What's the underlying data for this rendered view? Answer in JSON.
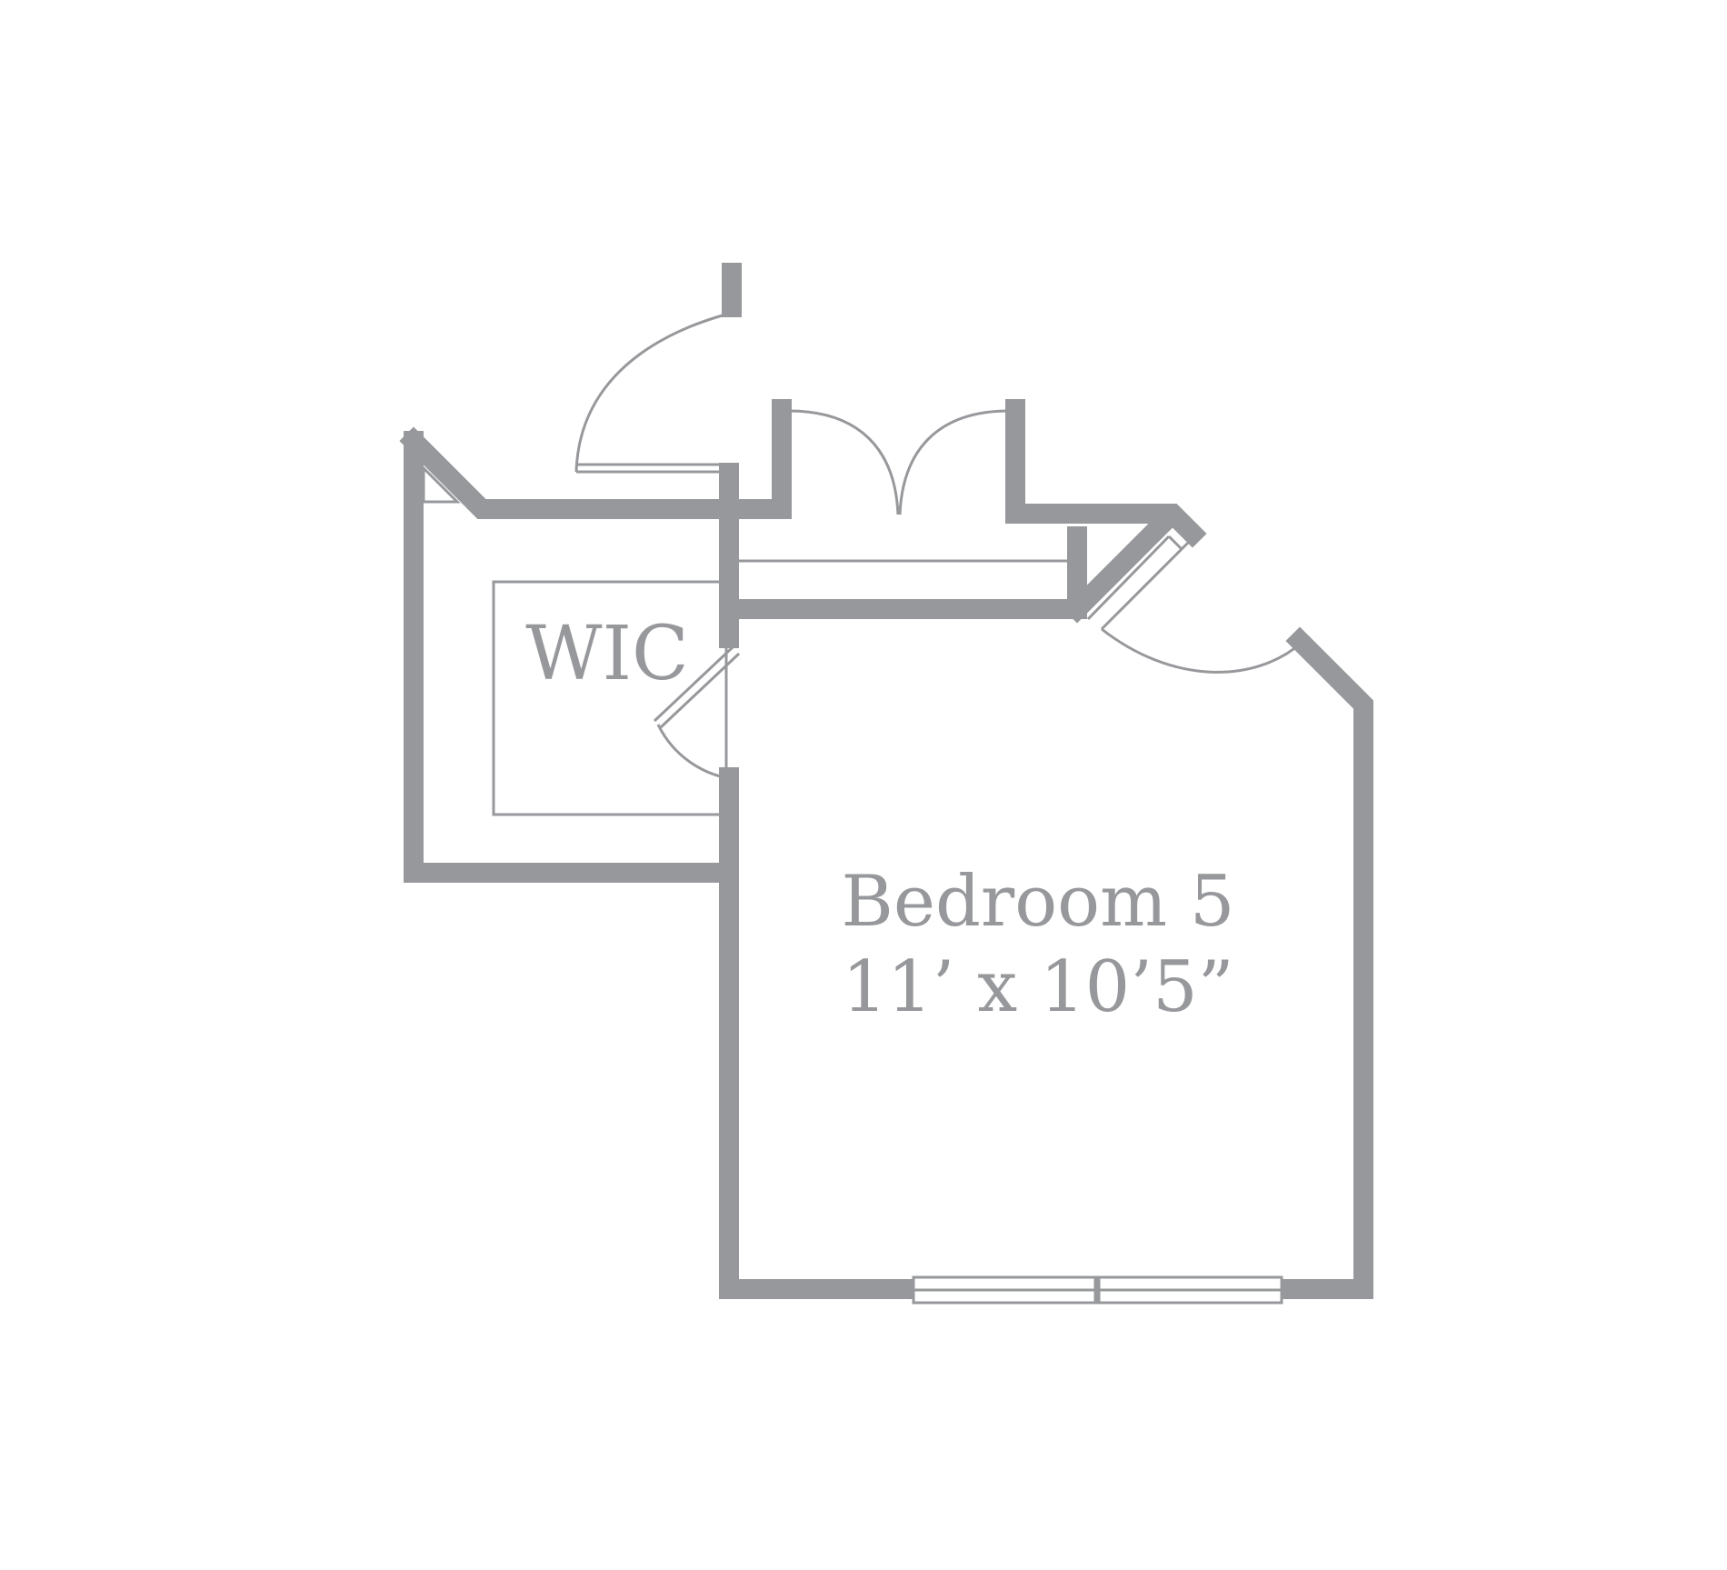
{
  "rooms": {
    "closet": {
      "label": "WIC"
    },
    "bedroom": {
      "name": "Bedroom 5",
      "dimensions": "11’ x 10’5”"
    }
  },
  "colors": {
    "wall": "#97989b",
    "background": "#ffffff"
  }
}
